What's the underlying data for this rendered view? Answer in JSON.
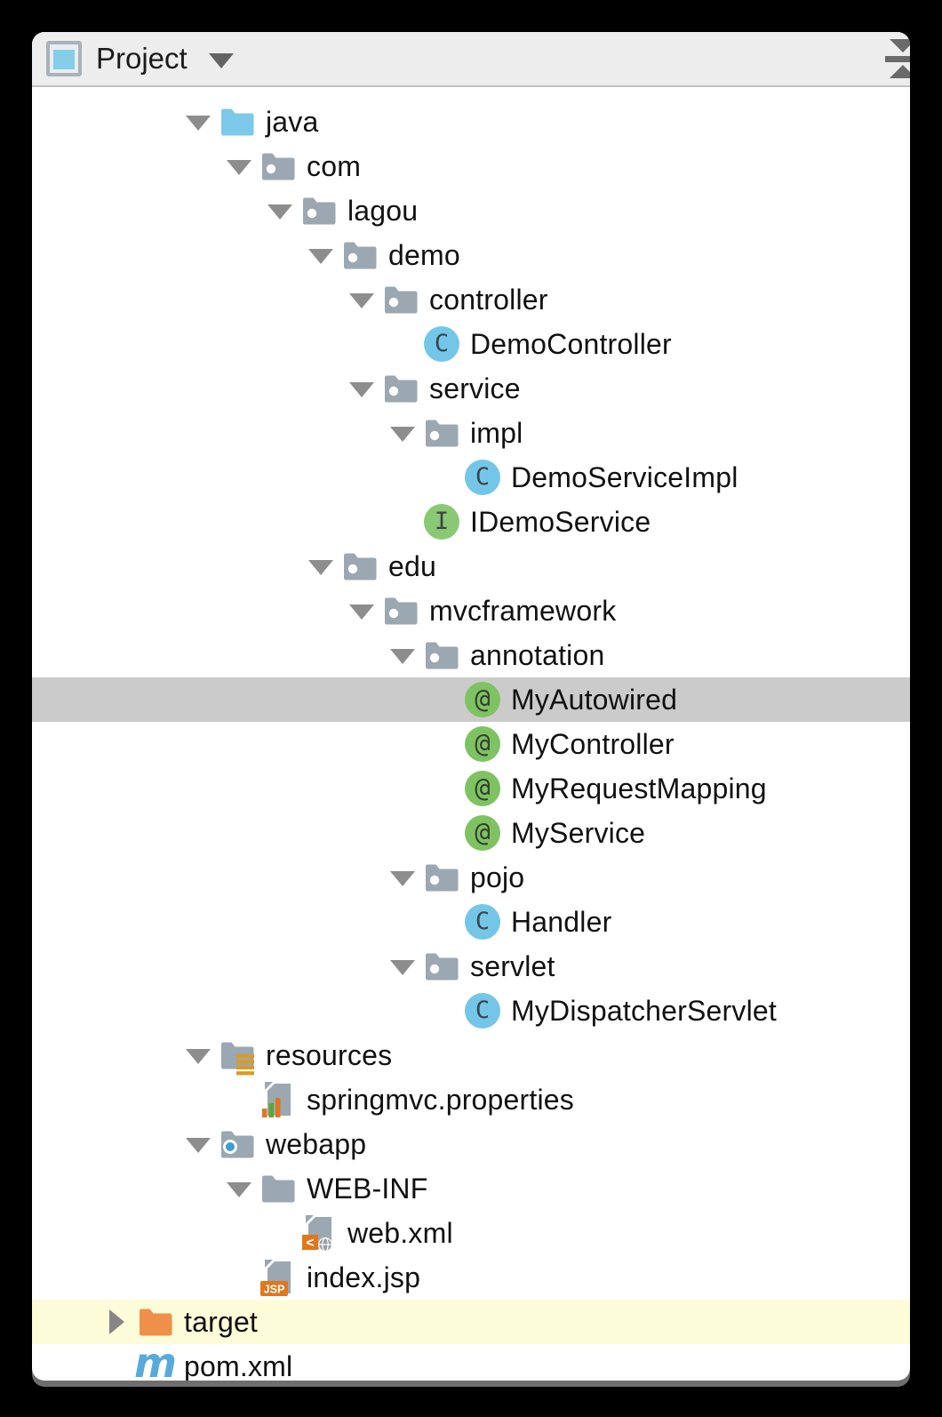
{
  "panel": {
    "header": {
      "title": "Project",
      "tool_window_icon": "project-tool-window",
      "caret_icon": "dropdown-caret",
      "hide_icon": "hide-side-panel"
    },
    "icon_glyphs": {
      "class": "C",
      "interface": "I",
      "annotation": "@",
      "jsp_badge": "JSP",
      "xml_badge": "<",
      "maven": "m"
    },
    "colors": {
      "panel_bg": "#ffffff",
      "header_bg": "#ededed",
      "header_border": "#c2c2c2",
      "selected_row_bg": "#cbcbcb",
      "excluded_row_bg": "#fdfcd8",
      "text": "#111111",
      "folder_gray": "#9ba7b1",
      "source_root_blue": "#7cc9e9",
      "class_blue": "#74c6e8",
      "interface_green": "#8bc873",
      "annotation_green": "#7ec262",
      "excluded_folder_orange": "#ee9049",
      "maven_blue": "#58aadc",
      "badge_orange": "#e2761b",
      "resources_badge_orange": "#d89b28",
      "properties_bar_green": "#5ba53a",
      "web_dot_blue": "#3e9fcc",
      "arrow_gray": "#8d8d8d"
    },
    "tree": {
      "rows": [
        {
          "label": "java",
          "icon": "folder-source",
          "depth": 2,
          "arrow": "down",
          "state": null
        },
        {
          "label": "com",
          "icon": "folder-package",
          "depth": 3,
          "arrow": "down",
          "state": null
        },
        {
          "label": "lagou",
          "icon": "folder-package",
          "depth": 4,
          "arrow": "down",
          "state": null
        },
        {
          "label": "demo",
          "icon": "folder-package",
          "depth": 5,
          "arrow": "down",
          "state": null
        },
        {
          "label": "controller",
          "icon": "folder-package",
          "depth": 6,
          "arrow": "down",
          "state": null
        },
        {
          "label": "DemoController",
          "icon": "class",
          "depth": 7,
          "arrow": null,
          "state": null
        },
        {
          "label": "service",
          "icon": "folder-package",
          "depth": 6,
          "arrow": "down",
          "state": null
        },
        {
          "label": "impl",
          "icon": "folder-package",
          "depth": 7,
          "arrow": "down",
          "state": null
        },
        {
          "label": "DemoServiceImpl",
          "icon": "class",
          "depth": 8,
          "arrow": null,
          "state": null
        },
        {
          "label": "IDemoService",
          "icon": "interface",
          "depth": 7,
          "arrow": null,
          "state": null
        },
        {
          "label": "edu",
          "icon": "folder-package",
          "depth": 5,
          "arrow": "down",
          "state": null
        },
        {
          "label": "mvcframework",
          "icon": "folder-package",
          "depth": 6,
          "arrow": "down",
          "state": null
        },
        {
          "label": "annotation",
          "icon": "folder-package",
          "depth": 7,
          "arrow": "down",
          "state": null
        },
        {
          "label": "MyAutowired",
          "icon": "annotation",
          "depth": 8,
          "arrow": null,
          "state": "selected"
        },
        {
          "label": "MyController",
          "icon": "annotation",
          "depth": 8,
          "arrow": null,
          "state": null
        },
        {
          "label": "MyRequestMapping",
          "icon": "annotation",
          "depth": 8,
          "arrow": null,
          "state": null
        },
        {
          "label": "MyService",
          "icon": "annotation",
          "depth": 8,
          "arrow": null,
          "state": null
        },
        {
          "label": "pojo",
          "icon": "folder-package",
          "depth": 7,
          "arrow": "down",
          "state": null
        },
        {
          "label": "Handler",
          "icon": "class",
          "depth": 8,
          "arrow": null,
          "state": null
        },
        {
          "label": "servlet",
          "icon": "folder-package",
          "depth": 7,
          "arrow": "down",
          "state": null
        },
        {
          "label": "MyDispatcherServlet",
          "icon": "class",
          "depth": 8,
          "arrow": null,
          "state": null
        },
        {
          "label": "resources",
          "icon": "folder-resources",
          "depth": 2,
          "arrow": "down",
          "state": null
        },
        {
          "label": "springmvc.properties",
          "icon": "file-properties",
          "depth": 3,
          "arrow": null,
          "state": null
        },
        {
          "label": "webapp",
          "icon": "folder-web",
          "depth": 2,
          "arrow": "down",
          "state": null
        },
        {
          "label": "WEB-INF",
          "icon": "folder-plain",
          "depth": 3,
          "arrow": "down",
          "state": null
        },
        {
          "label": "web.xml",
          "icon": "file-webxml",
          "depth": 4,
          "arrow": null,
          "state": null
        },
        {
          "label": "index.jsp",
          "icon": "file-jsp",
          "depth": 3,
          "arrow": null,
          "state": null
        },
        {
          "label": "target",
          "icon": "folder-excluded",
          "depth": 0,
          "arrow": "right",
          "state": "excluded"
        },
        {
          "label": "pom.xml",
          "icon": "file-maven",
          "depth": 0,
          "arrow": null,
          "state": null
        }
      ]
    }
  }
}
